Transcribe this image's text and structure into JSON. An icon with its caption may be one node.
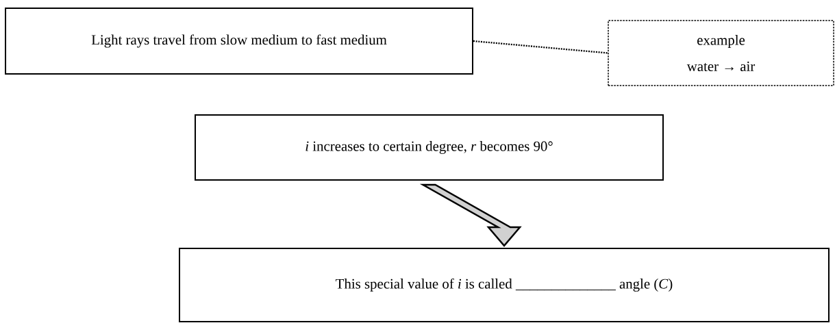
{
  "diagram": {
    "nodes": [
      {
        "text": [
          "Light rays travel from slow medium to fast medium"
        ]
      },
      {
        "text": [
          "example",
          "water → air"
        ]
      },
      {
        "text": [
          "*i* increases to certain degree, *r* becomes 90°"
        ]
      },
      {
        "text": [
          "This special value of *i* is called ______________ angle (*C*)"
        ]
      }
    ],
    "edges": [
      {
        "from": 0,
        "to": 1,
        "arrow": "none",
        "style": "dashed"
      },
      {
        "from": 2,
        "to": 3,
        "arrow": "to",
        "style": "thick"
      }
    ]
  }
}
